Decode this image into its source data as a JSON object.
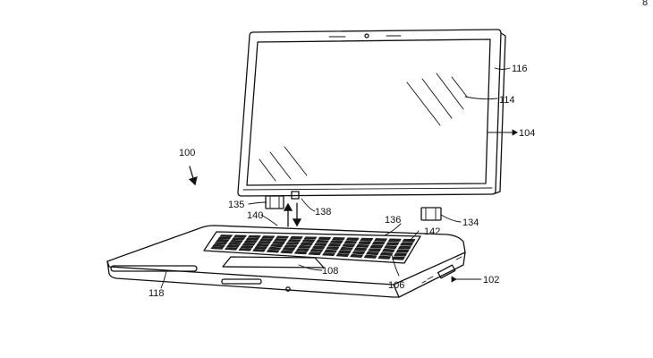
{
  "figure": {
    "corner_mark": "8",
    "labels": {
      "device": "100",
      "base": "102",
      "display_housing": "104",
      "keyboard": "106",
      "trackpad": "108",
      "screen": "114",
      "bezel": "116",
      "front_slot": "118",
      "hinge_left": "135",
      "hinge_right": "134",
      "keyboard_edge": "136",
      "latch_tab": "138",
      "key_left": "140",
      "key_right": "142"
    }
  }
}
